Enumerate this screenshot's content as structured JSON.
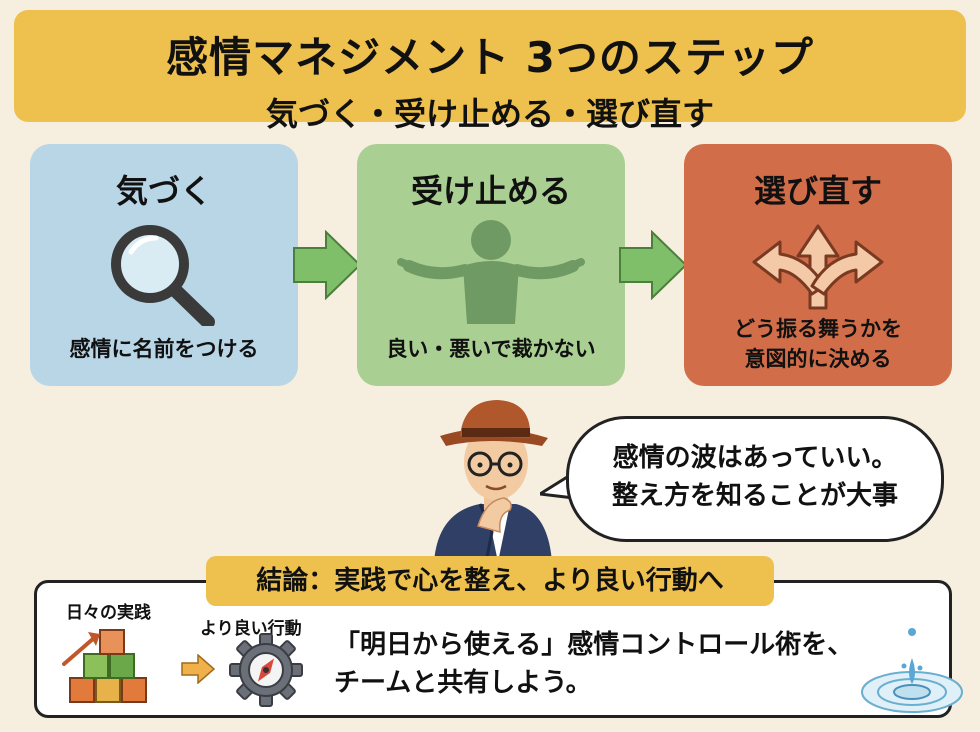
{
  "header": {
    "title": "感情マネジメント 3つのステップ",
    "subtitle": "気づく・受け止める・選び直す"
  },
  "steps": [
    {
      "title": "気づく",
      "desc": "感情に名前をつける",
      "icon": "magnifier-icon",
      "color": "#b9d6e7"
    },
    {
      "title": "受け止める",
      "desc": "良い・悪いで裁かない",
      "icon": "person-shrug-icon",
      "color": "#a9d092"
    },
    {
      "title": "選び直す",
      "desc_line1": "どう振る舞うかを",
      "desc_line2": "意図的に決める",
      "icon": "branch-arrows-icon",
      "color": "#d26d4a"
    }
  ],
  "speech": {
    "line1": "感情の波はあっていい。",
    "line2": "整え方を知ることが大事"
  },
  "bottom": {
    "conclusion": "結論：実践で心を整え、より良い行動へ",
    "daily_label": "日々の実践",
    "better_label": "より良い行動",
    "message_line1": "「明日から使える」感情コントロール術を、",
    "message_line2": "チームと共有しよう。"
  },
  "colors": {
    "accent": "#eec04d",
    "arrow": "#7fbf6a",
    "background": "#f6efe0"
  }
}
